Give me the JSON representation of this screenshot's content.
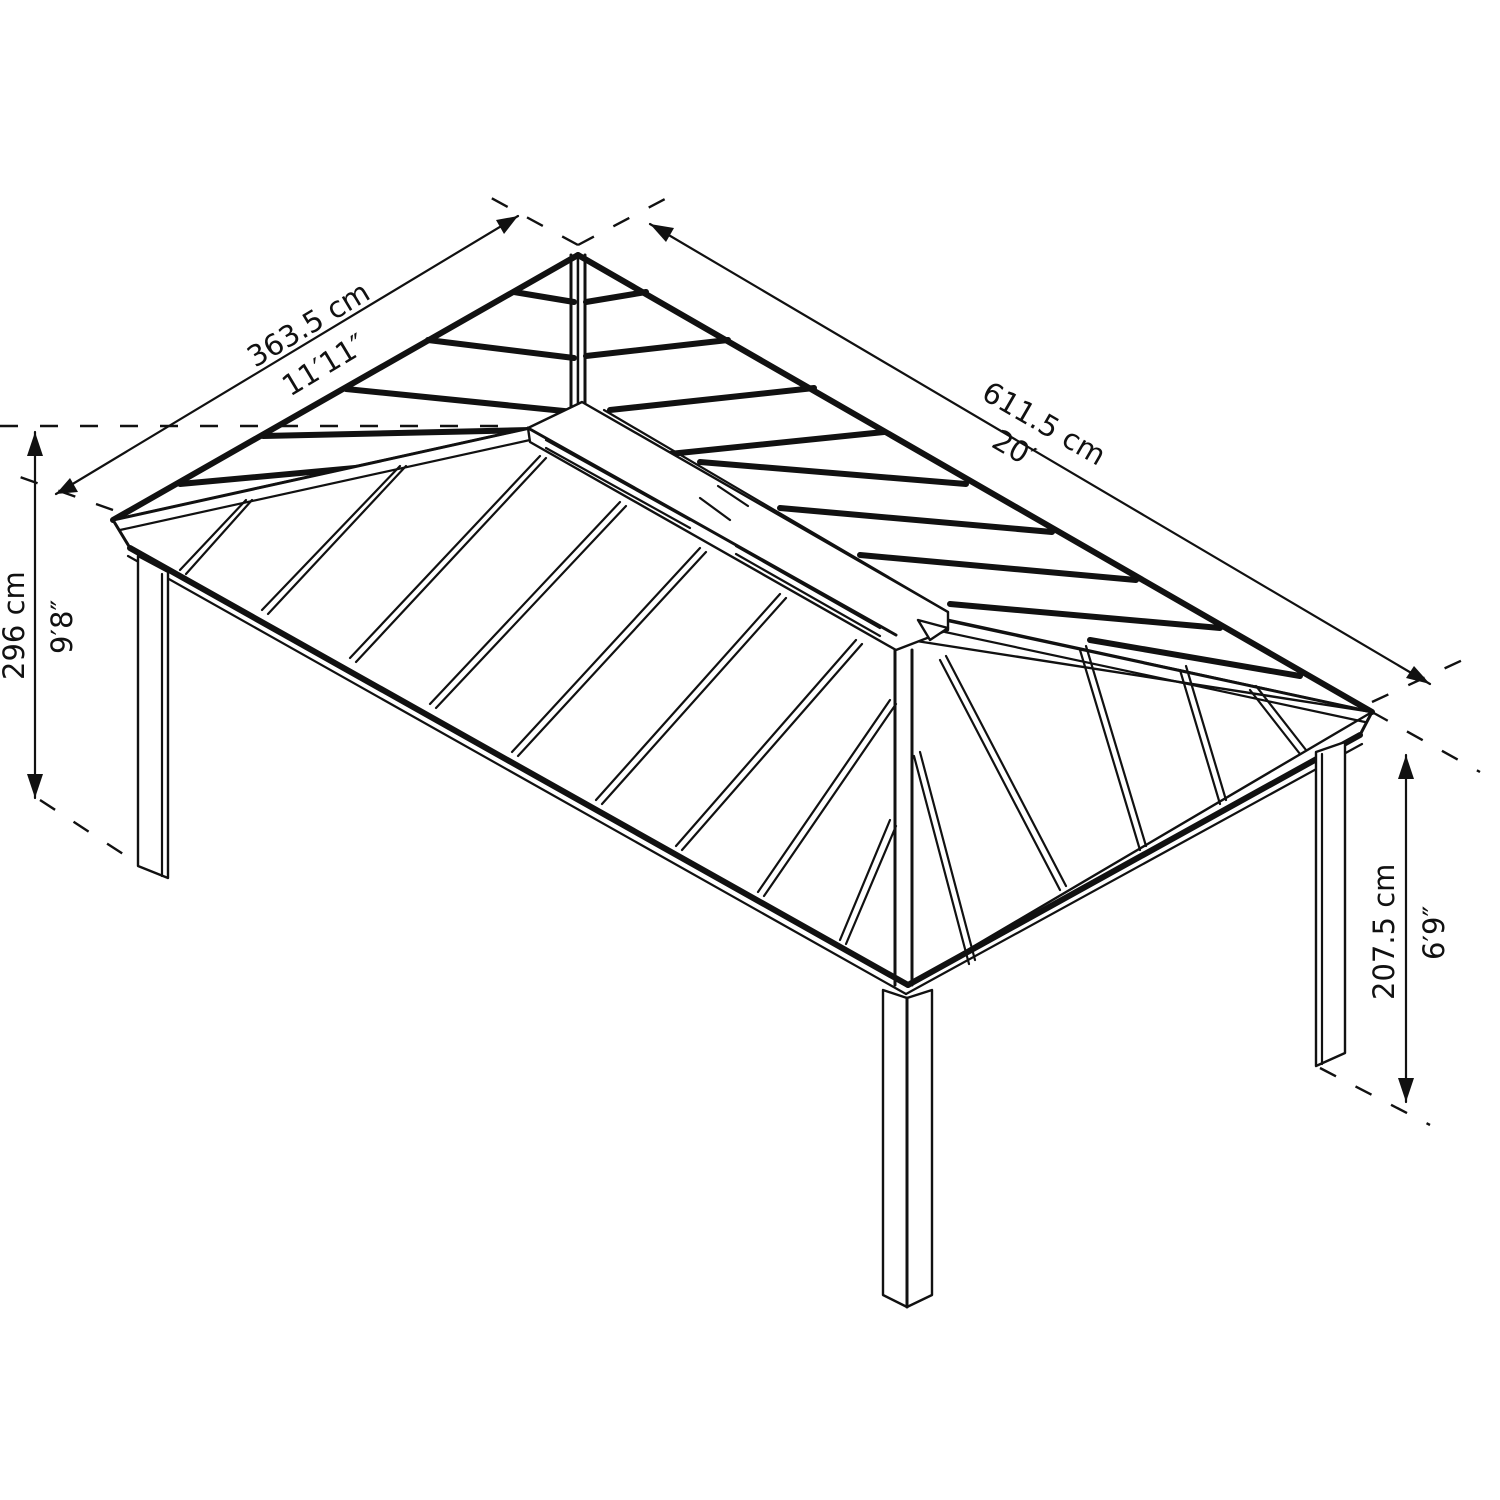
{
  "diagram": {
    "subject": "Hardtop gazebo with hip roof and ridge vent, isometric line drawing",
    "colors": {
      "line": "#111111",
      "background": "#ffffff"
    },
    "dimensions": {
      "width": {
        "metric": "363.5 cm",
        "imperial": "11′11″"
      },
      "length": {
        "metric": "611.5 cm",
        "imperial": "20′"
      },
      "total_height": {
        "metric": "296 cm",
        "imperial": "9′8″"
      },
      "eave_height": {
        "metric": "207.5 cm",
        "imperial": "6′9″"
      }
    }
  }
}
